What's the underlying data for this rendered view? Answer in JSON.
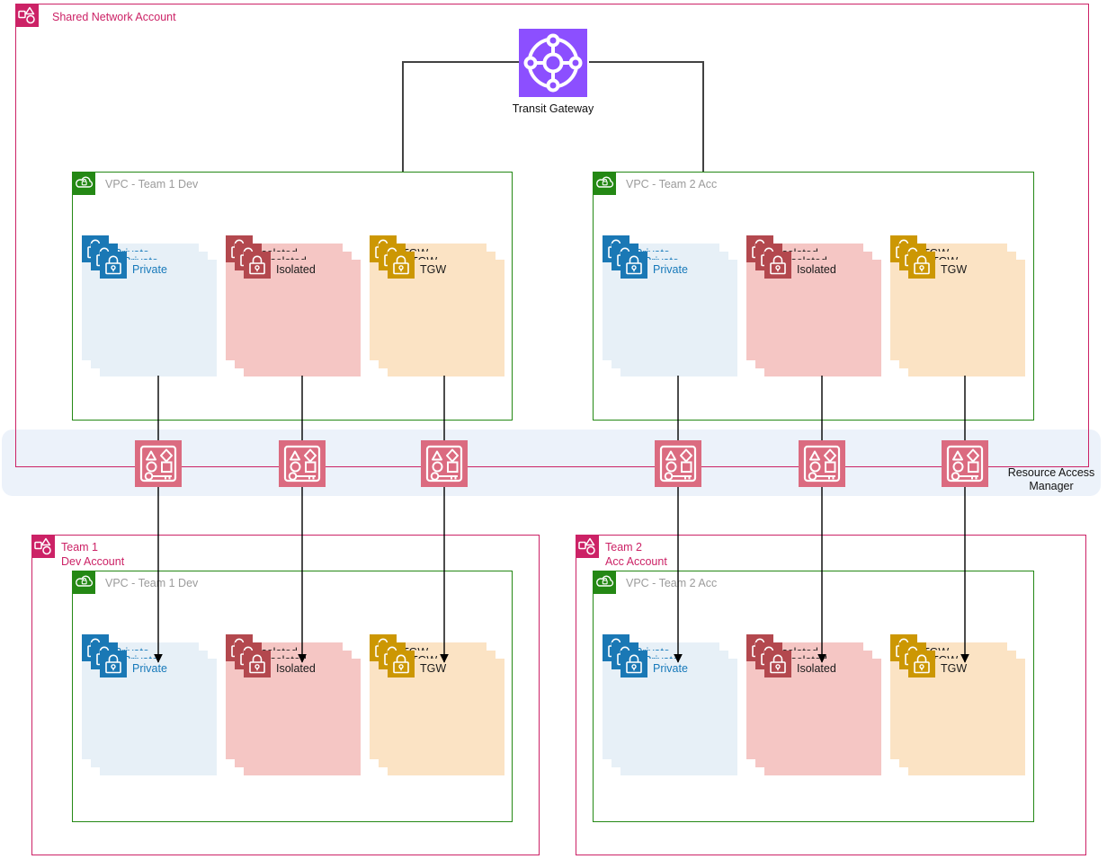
{
  "shared_account": {
    "label": "Shared Network Account"
  },
  "transit_gateway": {
    "label": "Transit Gateway"
  },
  "resource_access_manager": {
    "line1": "Resource Access",
    "line2": "Manager"
  },
  "accounts": [
    {
      "line1": "Team 1",
      "line2": "Dev Account"
    },
    {
      "line1": "Team 2",
      "line2": "Acc Account"
    }
  ],
  "vpcs": [
    {
      "label": "VPC - Team 1 Dev"
    },
    {
      "label": "VPC - Team 2 Acc"
    },
    {
      "label": "VPC - Team 1 Dev"
    },
    {
      "label": "VPC - Team 2 Acc"
    }
  ],
  "subnet_labels": {
    "private": "Private",
    "isolated": "Isolated",
    "tgw": "TGW"
  },
  "icon_names": [
    "account-icon",
    "vpc-icon",
    "transit-gateway-icon",
    "private-subnet-lock-icon",
    "isolated-subnet-lock-icon",
    "tgw-subnet-lock-icon",
    "resource-access-manager-icon"
  ],
  "colors": {
    "pink": "#CC2266",
    "green": "#248814",
    "purple": "#8C4FFF",
    "gray_text": "#9B9B9B",
    "line": "#424242",
    "band": "#ECF2FA",
    "ram_pink": "#DB6B80",
    "private_fill": "#E7F0F7",
    "private_icon": "#1A78B5",
    "private_text": "#1779BA",
    "isolated_fill": "#F5C6C4",
    "isolated_icon": "#B3484E",
    "tgw_fill": "#FBE3C4",
    "tgw_icon": "#CC9703"
  }
}
